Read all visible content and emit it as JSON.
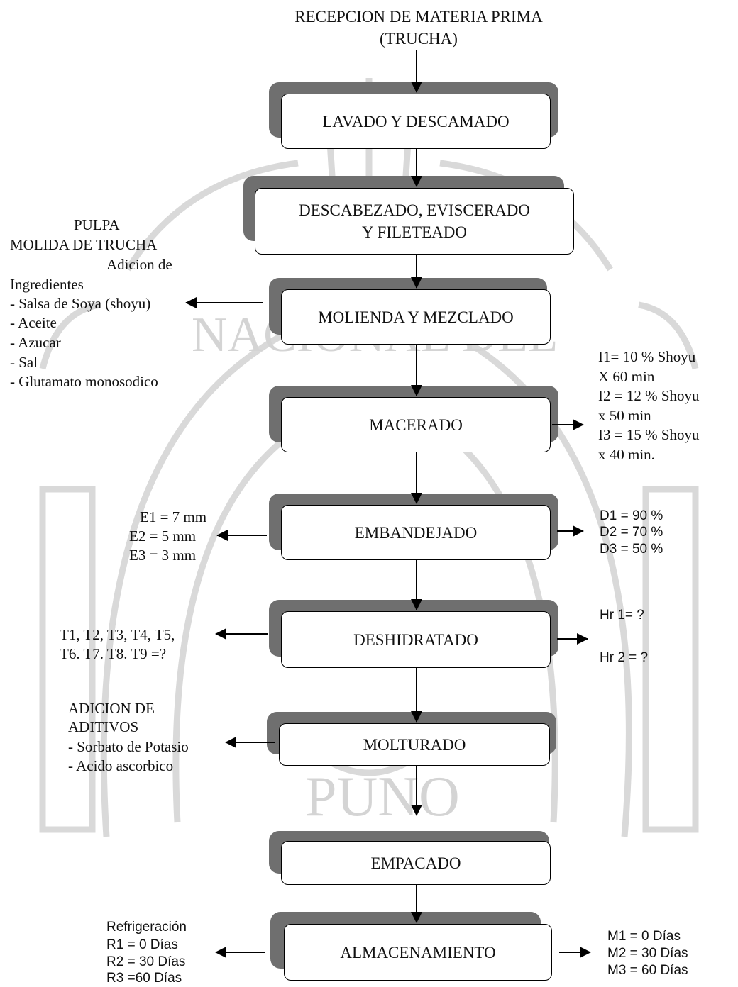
{
  "title": [
    "RECEPCION DE MATERIA PRIMA",
    "(TRUCHA)"
  ],
  "steps": {
    "lavado": "LAVADO Y DESCAMADO",
    "descabezado": [
      "DESCABEZADO, EVISCERADO",
      "Y FILETEADO"
    ],
    "molienda": "MOLIENDA Y MEZCLADO",
    "macerado": "MACERADO",
    "embandejado": "EMBANDEJADO",
    "deshidratado": "DESHIDRATADO",
    "molturado": "MOLTURADO",
    "empacado": "EMPACADO",
    "almacenamiento": "ALMACENAMIENTO"
  },
  "notes": {
    "ingredientes": [
      "PULPA",
      "MOLIDA DE TRUCHA",
      "Adicion de",
      "Ingredientes",
      "- Salsa de Soya (shoyu)",
      "- Aceite",
      "- Azucar",
      "- Sal",
      "- Glutamato monosodico"
    ],
    "macerado_params": [
      "I1= 10 % Shoyu",
      "X 60 min",
      "I2 = 12 % Shoyu",
      "x 50 min",
      "I3 =  15 % Shoyu",
      "x 40 min."
    ],
    "espesor": [
      "E1 = 7 mm",
      "E2 = 5 mm",
      "E3 = 3 mm"
    ],
    "densidad": [
      "D1 = 90 %",
      "D2 = 70 %",
      "D3 = 50 %"
    ],
    "temperaturas": [
      "T1, T2, T3, T4, T5,",
      "T6. T7. T8. T9 =?"
    ],
    "humedad": [
      "Hr 1=  ?",
      "Hr 2 =  ?"
    ],
    "aditivos": [
      "ADICION DE",
      "ADITIVOS",
      "- Sorbato de Potasio",
      "- Acido ascorbico"
    ],
    "refrigeracion": [
      "Refrigeración",
      "R1 = 0 Días",
      "R2 = 30 Días",
      "R3 =60 Días"
    ],
    "muestras": [
      "M1 = 0 Días",
      "M2 = 30 Días",
      "M3 = 60 Días"
    ]
  },
  "colors": {
    "shadow": "#6f6f6f",
    "line": "#000000",
    "watermark": "#d4d4d4"
  }
}
